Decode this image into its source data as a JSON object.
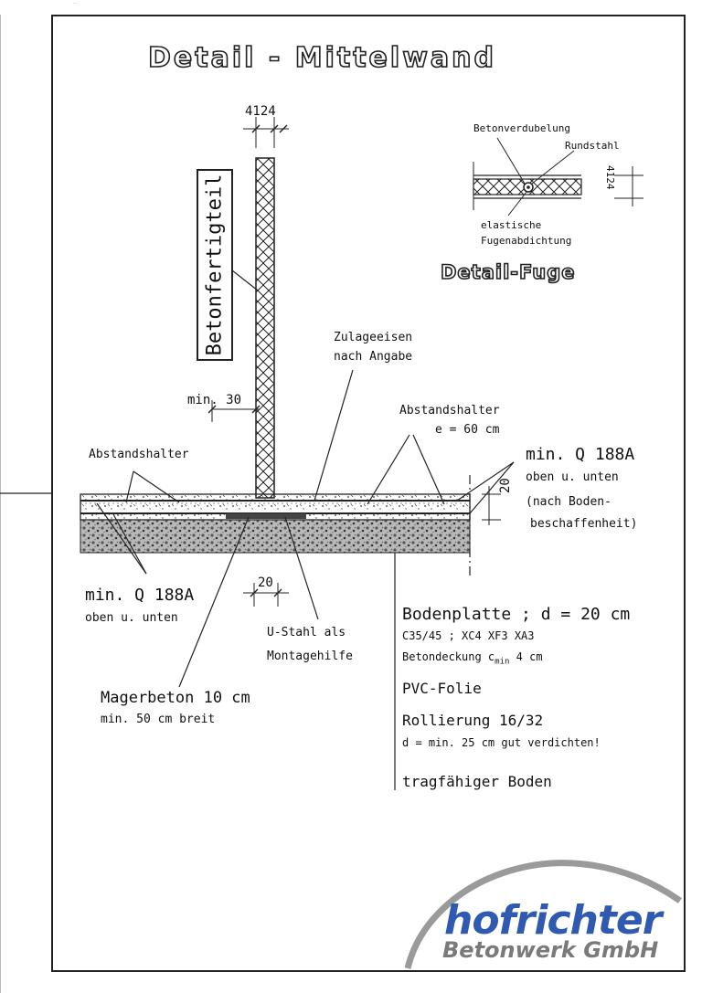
{
  "header": {
    "fine_print": "..."
  },
  "title": "Detail - Mittelwand",
  "panel_label": "Betonfertigteil",
  "dims": {
    "wall_top": "4124",
    "fuge_side": "4124",
    "min30": "min. 30",
    "slab": "20",
    "ustahl": "20"
  },
  "fuge": {
    "title": "Detail-Fuge",
    "label_verdubelung": "Betonverdubelung",
    "label_rundstahl": "Rundstahl",
    "label_dicht_1": "elastische",
    "label_dicht_2": "Fugenabdichtung"
  },
  "labels": {
    "zulage_1": "Zulageeisen",
    "zulage_2": "nach Angabe",
    "abst_right_1": "Abstandshalter",
    "abst_right_2": "e = 60 cm",
    "abst_left": "Abstandshalter",
    "q_right_1": "min. Q 188A",
    "q_right_2": "oben u. unten",
    "q_right_3": "(nach Boden-",
    "q_right_4": "beschaffenheit)",
    "q_left_1": "min. Q 188A",
    "q_left_2": "oben u. unten",
    "ustahl_1": "U-Stahl als",
    "ustahl_2": "Montagehilfe",
    "mager_1": "Magerbeton 10 cm",
    "mager_2": "min. 50 cm breit"
  },
  "spec": {
    "bodenplatte": "Bodenplatte ; d = 20 cm",
    "klassen": "C35/45 ; XC4 XF3 XA3",
    "deckung": "Betondeckung c",
    "deckung_sub": "min",
    "deckung_val": "4 cm",
    "folie": "PVC-Folie",
    "rollierung": "Rollierung 16/32",
    "verdichten": "d = min. 25 cm  gut verdichten!",
    "boden": "tragfähiger Boden"
  },
  "logo": {
    "line1": "hofrichter",
    "line2": "Betonwerk GmbH",
    "brand_blue": "#2f5ab0",
    "brand_grey": "#7a7a7a"
  }
}
